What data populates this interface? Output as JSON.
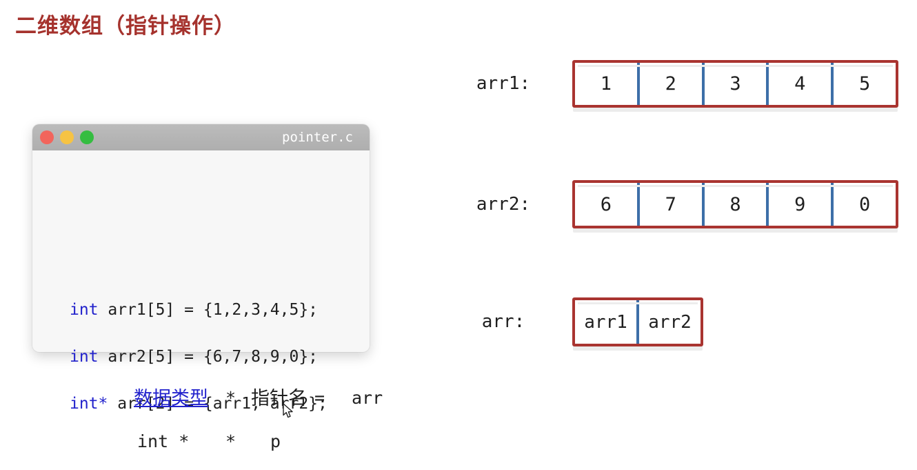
{
  "page": {
    "title": "二维数组（指针操作）"
  },
  "code_window": {
    "title": "pointer.c",
    "traffic_lights": [
      "close-icon",
      "minimize-icon",
      "zoom-icon"
    ],
    "lines": [
      {
        "keyword": "int",
        "rest": " arr1[5] = {1,2,3,4,5};"
      },
      {
        "keyword": "int",
        "rest": " arr2[5] = {6,7,8,9,0};"
      },
      {
        "keyword": "int*",
        "rest": " arr[2] = {arr1, arr2};"
      }
    ]
  },
  "arrays": [
    {
      "label": "arr1:",
      "cells": [
        "1",
        "2",
        "3",
        "4",
        "5"
      ]
    },
    {
      "label": "arr2:",
      "cells": [
        "6",
        "7",
        "8",
        "9",
        "0"
      ]
    },
    {
      "label": "arr:",
      "cells": [
        "arr1",
        "arr2"
      ]
    }
  ],
  "formula": {
    "line1": {
      "type_label": "数据类型",
      "star": "*",
      "pointer_label": "指针名",
      "equals": "=",
      "value": "arr"
    },
    "line2": {
      "type_label": "int *",
      "star": "*",
      "pointer_name": "p"
    }
  },
  "colors": {
    "title_red": "#A5322D",
    "box_border_red": "#A93430",
    "divider_blue": "#3D6FA8",
    "keyword_blue": "#2222CC",
    "titlebar_gray": "#B4B4B4",
    "traffic_red": "#F2655C",
    "traffic_yellow": "#F6C343",
    "traffic_green": "#35BD41"
  }
}
